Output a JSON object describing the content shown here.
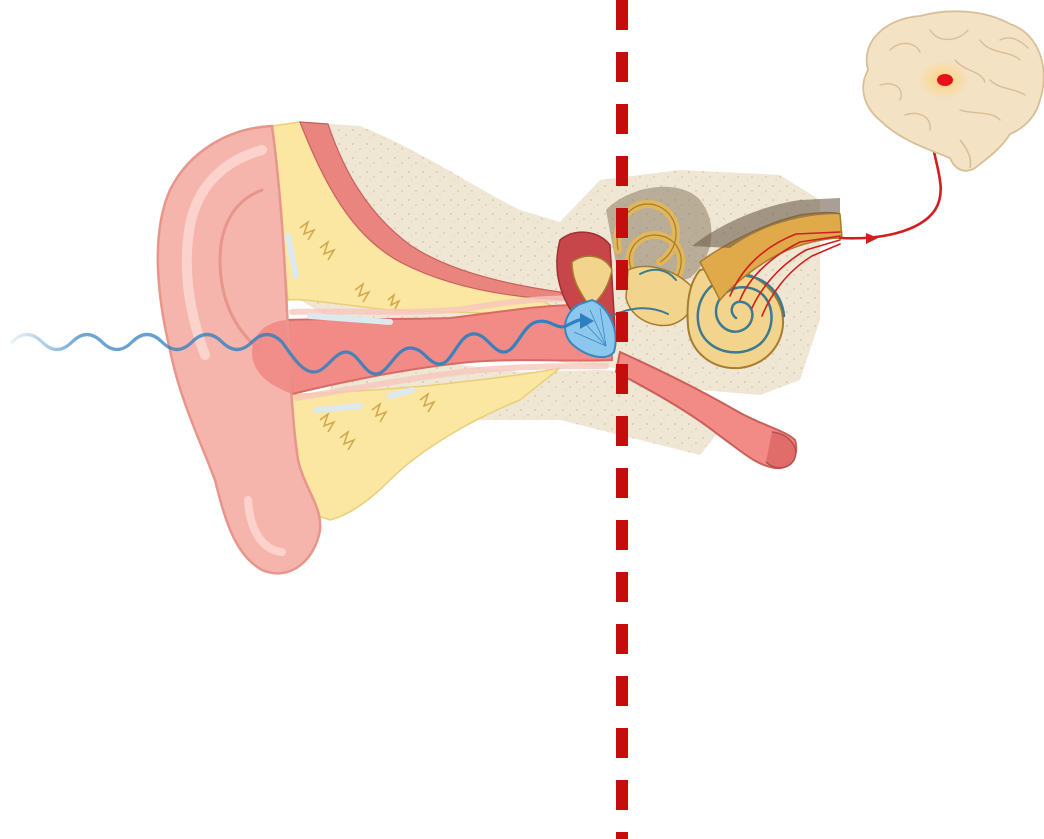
{
  "diagram": {
    "subject": "ear-hearing-pathway",
    "colors": {
      "background": "#ffffff",
      "skin": "#f6b5ac",
      "skin_light": "#fbd3cc",
      "skin_dark": "#e8958b",
      "cartilage": "#fbe7a1",
      "bone": "#efe6d4",
      "canal": "#f28a86",
      "tissue": "#e46a64",
      "eardrum": "#8cc8ee",
      "cochlea": "#f2d48c",
      "nerve": "#e0a94a",
      "sound_wave": "#2f7fc0",
      "nerve_signal": "#d21e1e",
      "brain": "#f4e2c4",
      "brain_hotspot": "#e8101a",
      "divider": "#c40e0e"
    },
    "icons": [
      "ear-anatomy",
      "sound-wave",
      "brain",
      "nerve-signal-arrow",
      "divider-line"
    ]
  }
}
